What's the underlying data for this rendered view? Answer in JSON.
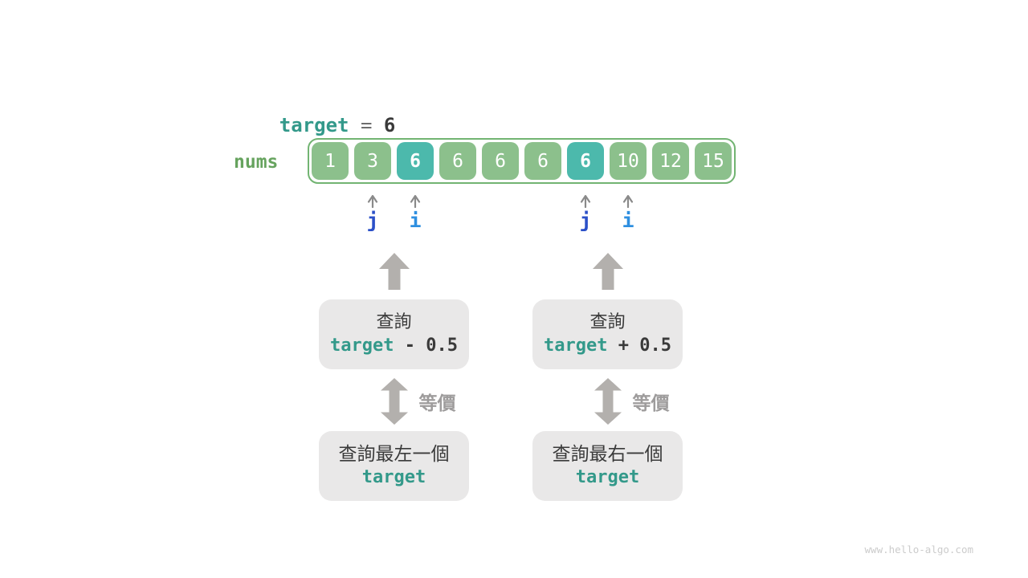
{
  "colors": {
    "teal": "#33998a",
    "nums_green": "#66a35e",
    "array_border": "#72b472",
    "cell_green": "#8cc08c",
    "cell_teal": "#4cb9ac",
    "gray_arrow": "#b3b0ad",
    "caret_gray": "#8a8a8a",
    "box_gray": "#e9e8e8",
    "equiv_gray": "#9e9c9c",
    "watermark_gray": "#cccccc",
    "pointer_j": "#2b50c8",
    "pointer_i": "#2e8fe0"
  },
  "title": {
    "variable": "target",
    "equals": " = ",
    "value": "6"
  },
  "array": {
    "label": "nums",
    "values": [
      "1",
      "3",
      "6",
      "6",
      "6",
      "6",
      "6",
      "10",
      "12",
      "15"
    ],
    "highlight_indices": [
      2,
      6
    ]
  },
  "pointers": [
    {
      "label": "j",
      "cell_index": 1
    },
    {
      "label": "i",
      "cell_index": 2
    },
    {
      "label": "j",
      "cell_index": 6
    },
    {
      "label": "i",
      "cell_index": 7
    }
  ],
  "columns": {
    "left": {
      "query_line1": "查詢",
      "query_code_var": "target",
      "query_code_op": " - 0.5",
      "equivalence_label": "等價",
      "result_line1": "查詢最左一個",
      "result_code": "target"
    },
    "right": {
      "query_line1": "查詢",
      "query_code_var": "target",
      "query_code_op": " + 0.5",
      "equivalence_label": "等價",
      "result_line1": "查詢最右一個",
      "result_code": "target"
    }
  },
  "watermark": "www.hello-algo.com"
}
